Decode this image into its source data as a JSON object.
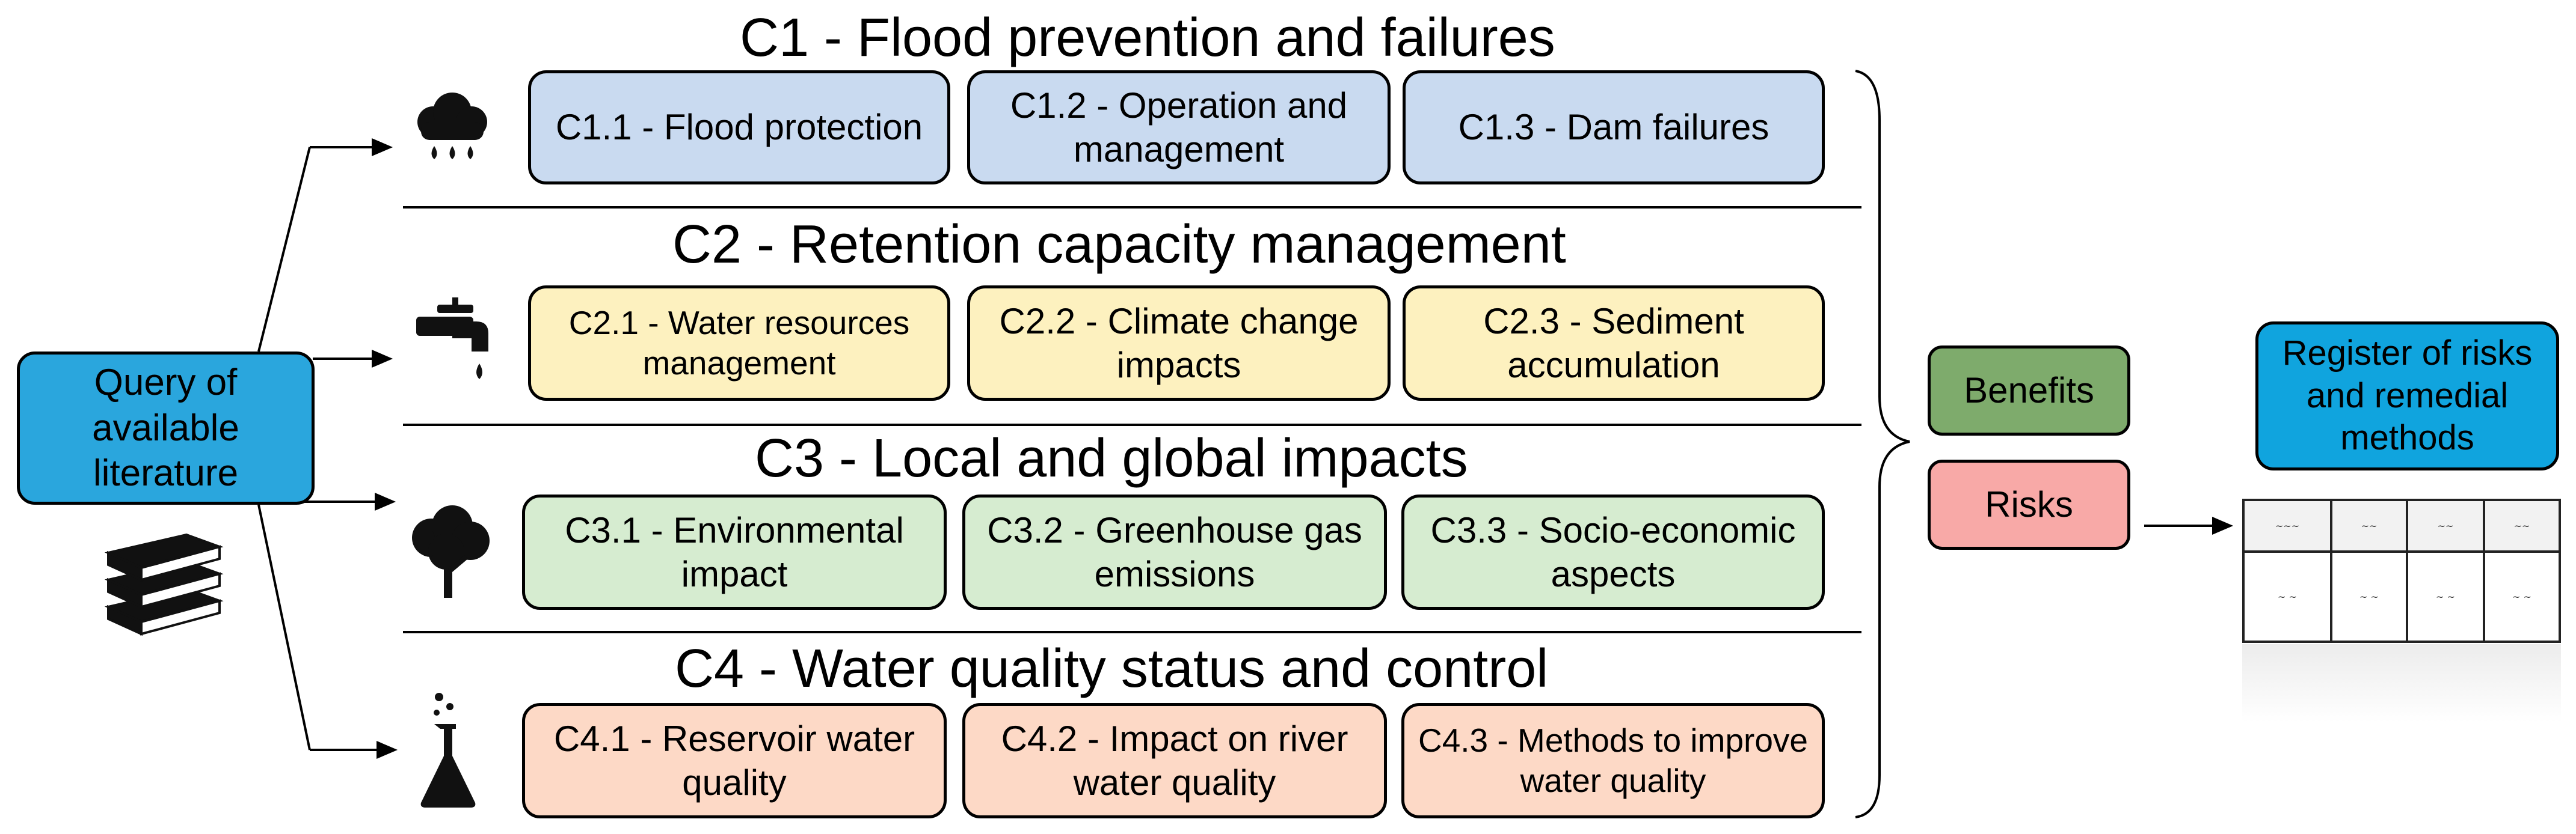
{
  "query": {
    "label": "Query of available literature"
  },
  "categories": [
    {
      "id": "C1",
      "title": "C1 - Flood prevention and failures",
      "icon": "rain-cloud-icon",
      "items": [
        "C1.1 - Flood protection",
        "C1.2 - Operation and management",
        "C1.3 - Dam failures"
      ]
    },
    {
      "id": "C2",
      "title": "C2 - Retention capacity management",
      "icon": "water-tap-icon",
      "items": [
        "C2.1 - Water resources management",
        "C2.2 - Climate change impacts",
        "C2.3 - Sediment accumulation"
      ]
    },
    {
      "id": "C3",
      "title": "C3 - Local and global impacts",
      "icon": "tree-icon",
      "items": [
        "C3.1 - Environmental impact",
        "C3.2 - Greenhouse gas emissions",
        "C3.3 - Socio-economic aspects"
      ]
    },
    {
      "id": "C4",
      "title": "C4 - Water quality status and control",
      "icon": "flask-icon",
      "items": [
        "C4.1 - Reservoir water quality",
        "C4.2 - Impact on river water quality",
        "C4.3 - Methods to improve water quality"
      ]
    }
  ],
  "outcomes": {
    "benefits": "Benefits",
    "risks": "Risks"
  },
  "register": {
    "label": "Register of risks and remedial methods",
    "icon": "register-table-icon"
  },
  "colors": {
    "c1": "#c9daf0",
    "c2": "#fdf1bf",
    "c3": "#d6ecd0",
    "c4": "#fdd9c6",
    "query": "#2aa6dd",
    "benefits": "#7eab6c",
    "risks": "#f8a9a7",
    "register": "#10a4de"
  }
}
